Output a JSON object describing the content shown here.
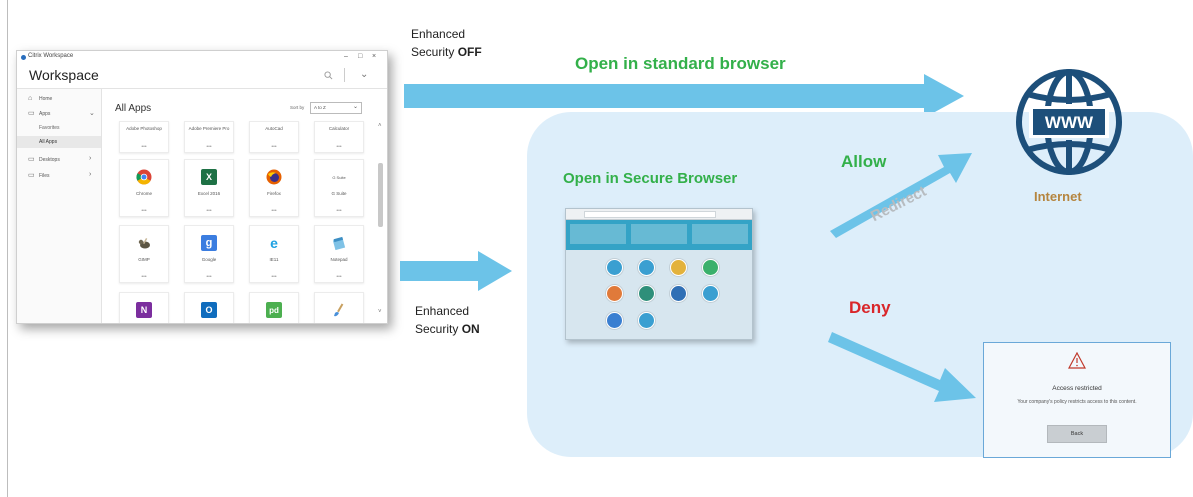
{
  "workspace": {
    "app_title": "Citrix Workspace",
    "header_title": "Workspace",
    "window_controls": [
      "–",
      "□",
      "×"
    ],
    "sidebar": {
      "items": [
        {
          "label": "Home",
          "icon": "home-icon"
        },
        {
          "label": "Apps",
          "icon": "apps-icon"
        },
        {
          "label": "Desktops",
          "icon": "desktop-icon"
        },
        {
          "label": "Files",
          "icon": "folder-icon"
        }
      ],
      "apps_sub": [
        "Favorites",
        "All Apps"
      ],
      "footer_logo": "citrix"
    },
    "main": {
      "title": "All Apps",
      "sort_label": "Sort by",
      "sort_value": "A to Z",
      "more": "•••",
      "rows": [
        [
          {
            "name": "Adobe Photoshop",
            "icon": ""
          },
          {
            "name": "Adobe Premiere Pro",
            "icon": ""
          },
          {
            "name": "AutoCad",
            "icon": ""
          },
          {
            "name": "Calculator",
            "icon": ""
          }
        ],
        [
          {
            "name": "Chrome",
            "icon": "chrome-icon"
          },
          {
            "name": "Excel 2016",
            "icon": "excel-icon"
          },
          {
            "name": "Firefox",
            "icon": "firefox-icon"
          },
          {
            "name": "G Suite",
            "icon": "gsuite-icon"
          }
        ],
        [
          {
            "name": "GIMP",
            "icon": "gimp-icon"
          },
          {
            "name": "Google",
            "icon": "google-icon"
          },
          {
            "name": "IE11",
            "icon": "ie-icon"
          },
          {
            "name": "Notepad",
            "icon": "notepad-icon"
          }
        ],
        [
          {
            "name": "",
            "icon": "onenote-icon"
          },
          {
            "name": "",
            "icon": "outlook-icon"
          },
          {
            "name": "",
            "icon": "pdf-icon"
          },
          {
            "name": "",
            "icon": "paint-icon"
          }
        ]
      ],
      "gsuite_text": "G Suite",
      "glyphs": {
        "excel": "X",
        "google": "g",
        "ie": "e",
        "onenote": "N",
        "outlook": "O",
        "pdf": "pd"
      }
    }
  },
  "labels": {
    "enh_off_line1": "Enhanced",
    "enh_off_line2_prefix": "Security ",
    "enh_off_line2_bold": "OFF",
    "enh_on_line1": "Enhanced",
    "enh_on_line2_prefix": "Security ",
    "enh_on_line2_bold": "ON",
    "open_standard": "Open in standard browser",
    "open_secure": "Open in Secure Browser",
    "allow": "Allow",
    "redirect": "Redirect",
    "deny": "Deny",
    "internet": "Internet",
    "www": "WWW"
  },
  "access_restricted": {
    "title": "Access restricted",
    "message": "Your company's policy restricts access to this content.",
    "button": "Back"
  },
  "colors": {
    "arrow": "#6cc3e8",
    "green": "#33b04a",
    "red": "#d9262a",
    "internet": "#b5853f",
    "region": "#ddeefa",
    "globe": "#1d4f7a",
    "redirect": "#b7bcc0"
  }
}
